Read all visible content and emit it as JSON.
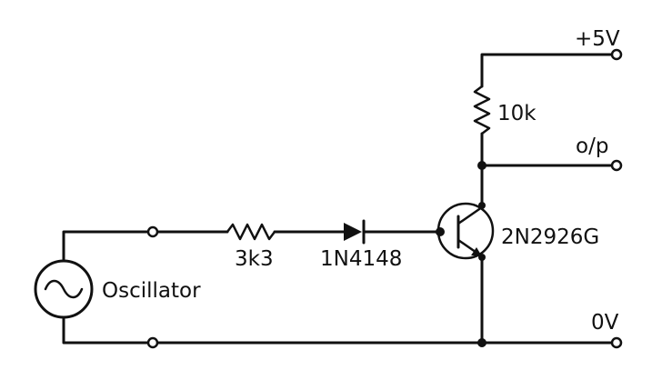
{
  "diagram": {
    "supply_label": "+5V",
    "output_label": "o/p",
    "ground_label": "0V",
    "collector_resistor": "10k",
    "base_resistor": "3k3",
    "diode": "1N4148",
    "transistor": "2N2926G",
    "source": "Oscillator"
  }
}
